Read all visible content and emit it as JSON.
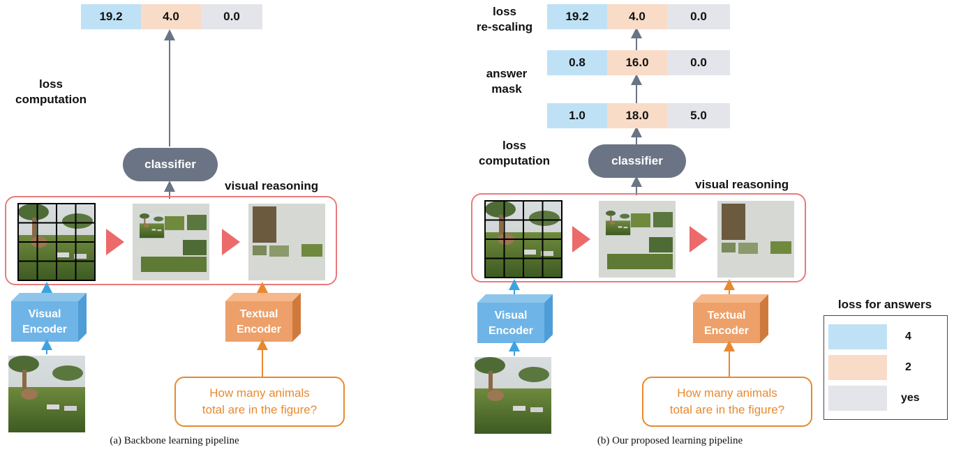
{
  "panel_a": {
    "scores": [
      "19.2",
      "4.0",
      "0.0"
    ],
    "label_loss_line1": "loss",
    "label_loss_line2": "computation",
    "classifier": "classifier",
    "visual_reasoning": "visual reasoning",
    "visual_encoder_line1": "Visual",
    "visual_encoder_line2": "Encoder",
    "textual_encoder_line1": "Textual",
    "textual_encoder_line2": "Encoder",
    "question_line1": "How many animals",
    "question_line2": "total are in the figure?",
    "caption": "(a) Backbone learning pipeline"
  },
  "panel_b": {
    "rescaled_scores": [
      "19.2",
      "4.0",
      "0.0"
    ],
    "masked_scores": [
      "0.8",
      "16.0",
      "0.0"
    ],
    "raw_scores": [
      "1.0",
      "18.0",
      "5.0"
    ],
    "label_rescale_line1": "loss",
    "label_rescale_line2": "re-scaling",
    "label_mask_line1": "answer",
    "label_mask_line2": "mask",
    "label_loss_line1": "loss",
    "label_loss_line2": "computation",
    "classifier": "classifier",
    "visual_reasoning": "visual reasoning",
    "visual_encoder_line1": "Visual",
    "visual_encoder_line2": "Encoder",
    "textual_encoder_line1": "Textual",
    "textual_encoder_line2": "Encoder",
    "question_line1": "How many animals",
    "question_line2": "total are in the figure?",
    "caption": "(b) Our proposed learning pipeline"
  },
  "legend": {
    "title": "loss for answers",
    "entries": [
      {
        "label": "4",
        "color": "#bfe1f5"
      },
      {
        "label": "2",
        "color": "#f9dcc8"
      },
      {
        "label": "yes",
        "color": "#e4e5ea"
      }
    ]
  },
  "colors": {
    "answer_4": "#bfe1f5",
    "answer_2": "#f9dcc8",
    "answer_yes": "#e4e5ea",
    "reasoning_border": "#e97a7a",
    "visual_arrow": "#3da3e0",
    "textual_arrow": "#e8892f",
    "score_arrow": "#6b7484"
  }
}
